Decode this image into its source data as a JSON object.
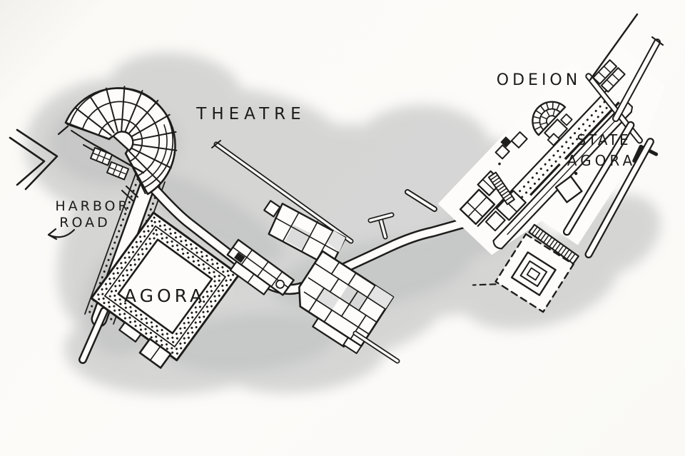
{
  "map": {
    "labels": {
      "theatre": "THEATRE",
      "harbor_road_line1": "HARBOR",
      "harbor_road_line2": "ROAD",
      "agora": "AGORA",
      "odeion": "ODEION",
      "state_agora_line1": "STATE",
      "state_agora_line2": "AGORA"
    },
    "icons": {
      "harbor_road_direction": "curved-arrow-left"
    },
    "colors": {
      "ink": "#1d1d1b",
      "paper": "#fbfaf7",
      "wash": "#b3b5b5",
      "building_shade": "#d8d8d8"
    }
  }
}
